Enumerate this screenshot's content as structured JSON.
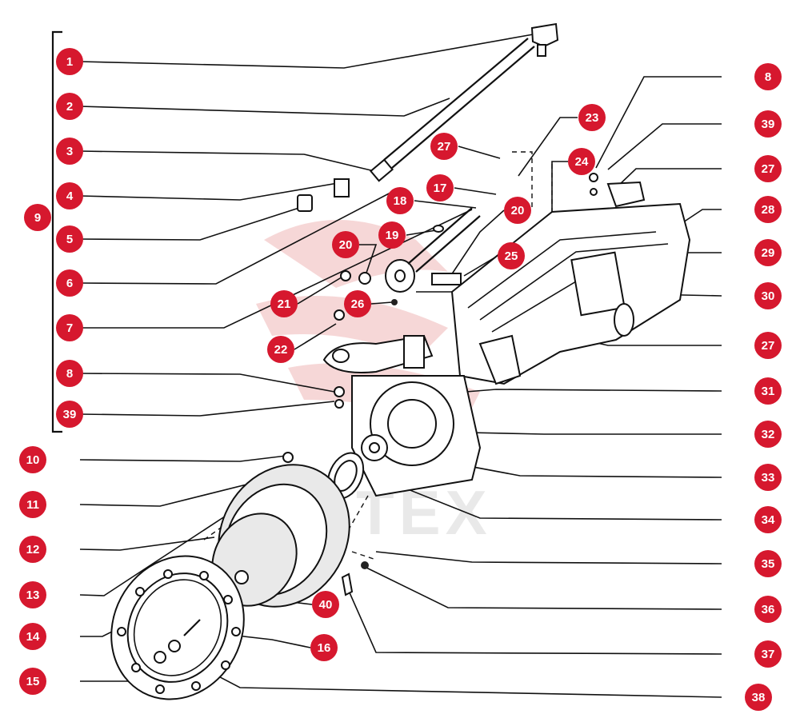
{
  "callouts_left": [
    {
      "id": "c1",
      "label": "1"
    },
    {
      "id": "c2",
      "label": "2"
    },
    {
      "id": "c3",
      "label": "3"
    },
    {
      "id": "c4",
      "label": "4"
    },
    {
      "id": "c5",
      "label": "5"
    },
    {
      "id": "c6",
      "label": "6"
    },
    {
      "id": "c7",
      "label": "7"
    },
    {
      "id": "c8l",
      "label": "8"
    },
    {
      "id": "c39l",
      "label": "39"
    },
    {
      "id": "c9",
      "label": "9"
    },
    {
      "id": "c10",
      "label": "10"
    },
    {
      "id": "c11",
      "label": "11"
    },
    {
      "id": "c12",
      "label": "12"
    },
    {
      "id": "c13",
      "label": "13"
    },
    {
      "id": "c14",
      "label": "14"
    },
    {
      "id": "c15",
      "label": "15"
    }
  ],
  "callouts_right": [
    {
      "id": "c8r",
      "label": "8"
    },
    {
      "id": "c39r",
      "label": "39"
    },
    {
      "id": "c27a",
      "label": "27"
    },
    {
      "id": "c28",
      "label": "28"
    },
    {
      "id": "c29",
      "label": "29"
    },
    {
      "id": "c30",
      "label": "30"
    },
    {
      "id": "c27b",
      "label": "27"
    },
    {
      "id": "c31",
      "label": "31"
    },
    {
      "id": "c32",
      "label": "32"
    },
    {
      "id": "c33",
      "label": "33"
    },
    {
      "id": "c34",
      "label": "34"
    },
    {
      "id": "c35",
      "label": "35"
    },
    {
      "id": "c36",
      "label": "36"
    },
    {
      "id": "c37",
      "label": "37"
    },
    {
      "id": "c38",
      "label": "38"
    }
  ],
  "callouts_center": [
    {
      "id": "c23",
      "label": "23"
    },
    {
      "id": "c24",
      "label": "24"
    },
    {
      "id": "c27c",
      "label": "27"
    },
    {
      "id": "c17",
      "label": "17"
    },
    {
      "id": "c18",
      "label": "18"
    },
    {
      "id": "c20a",
      "label": "20"
    },
    {
      "id": "c19",
      "label": "19"
    },
    {
      "id": "c20b",
      "label": "20"
    },
    {
      "id": "c25",
      "label": "25"
    },
    {
      "id": "c21",
      "label": "21"
    },
    {
      "id": "c26",
      "label": "26"
    },
    {
      "id": "c22",
      "label": "22"
    },
    {
      "id": "c40",
      "label": "40"
    },
    {
      "id": "c16",
      "label": "16"
    }
  ],
  "watermark": {
    "text": "TEX"
  },
  "colors": {
    "badge": "#d6182e",
    "line": "#111111",
    "watermark": "#e8a8a8"
  }
}
